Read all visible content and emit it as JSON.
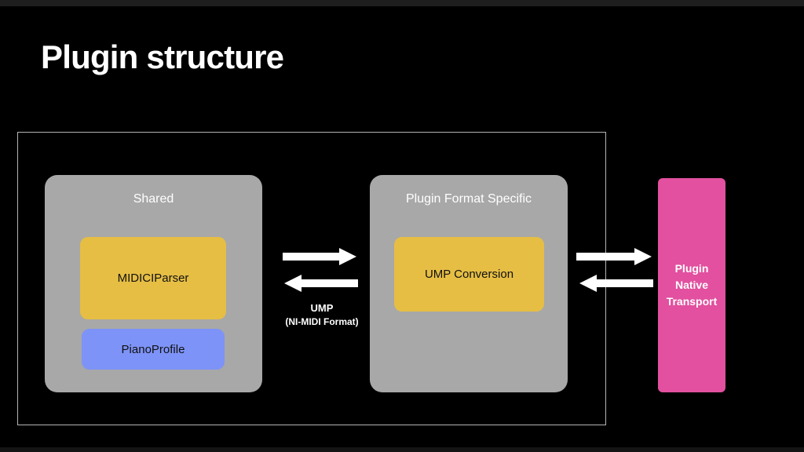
{
  "slide": {
    "title": "Plugin structure",
    "background_color": "#000000"
  },
  "colors": {
    "module_gray": "#a8a8a8",
    "component_yellow": "#e6be44",
    "component_blue": "#7d93f7",
    "transport_pink": "#e2509f",
    "frame_border": "#b4b4b4",
    "arrow_white": "#ffffff",
    "text_light": "#ffffff",
    "text_dark": "#111111"
  },
  "diagram": {
    "container": {
      "name": "plugin-boundary",
      "border_color": "#b4b4b4"
    },
    "modules": [
      {
        "id": "shared",
        "title": "Shared",
        "components": [
          {
            "id": "midiciparser",
            "label": "MIDICIParser",
            "color": "#e6be44"
          },
          {
            "id": "pianoprofile",
            "label": "PianoProfile",
            "color": "#7d93f7"
          }
        ]
      },
      {
        "id": "plugin-format-specific",
        "title": "Plugin Format Specific",
        "components": [
          {
            "id": "ump-conversion",
            "label": "UMP Conversion",
            "color": "#e6be44"
          }
        ]
      }
    ],
    "external": {
      "id": "plugin-native-transport",
      "label": "Plugin\nNative\nTransport",
      "color": "#e2509f"
    },
    "connections": [
      {
        "id": "shared-to-format",
        "from": "shared",
        "to": "plugin-format-specific",
        "bidirectional": true,
        "caption_line_1": "UMP",
        "caption_line_2": "(NI-MIDI Format)"
      },
      {
        "id": "format-to-transport",
        "from": "plugin-format-specific",
        "to": "plugin-native-transport",
        "bidirectional": true,
        "caption_line_1": "",
        "caption_line_2": ""
      }
    ]
  }
}
